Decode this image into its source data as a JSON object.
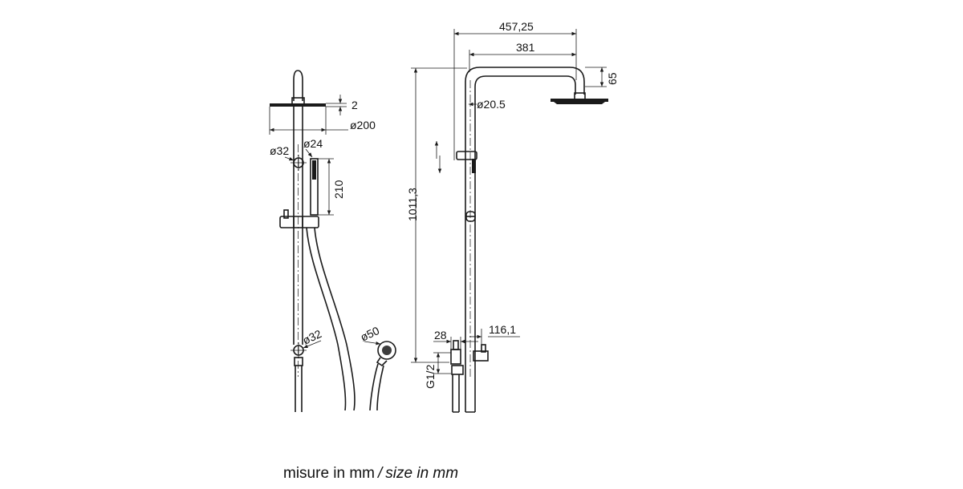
{
  "dimensions": {
    "overall_width": "457,25",
    "arm_width": "381",
    "arm_drop": "65",
    "pipe_diameter": "ø20.5",
    "total_height": "1011,3",
    "inlet_offset": "28",
    "bar_projection": "116,1",
    "inlet_thread": "G1/2",
    "head_thickness": "2",
    "head_diameter": "ø200",
    "holder_diameter": "ø32",
    "handshower_diameter": "ø24",
    "handshower_length": "210",
    "outlet_diameter": "ø32",
    "hose_outlet_diameter": "ø50"
  },
  "caption": {
    "it": "misure in mm",
    "separator": "/",
    "en": "size in mm"
  }
}
